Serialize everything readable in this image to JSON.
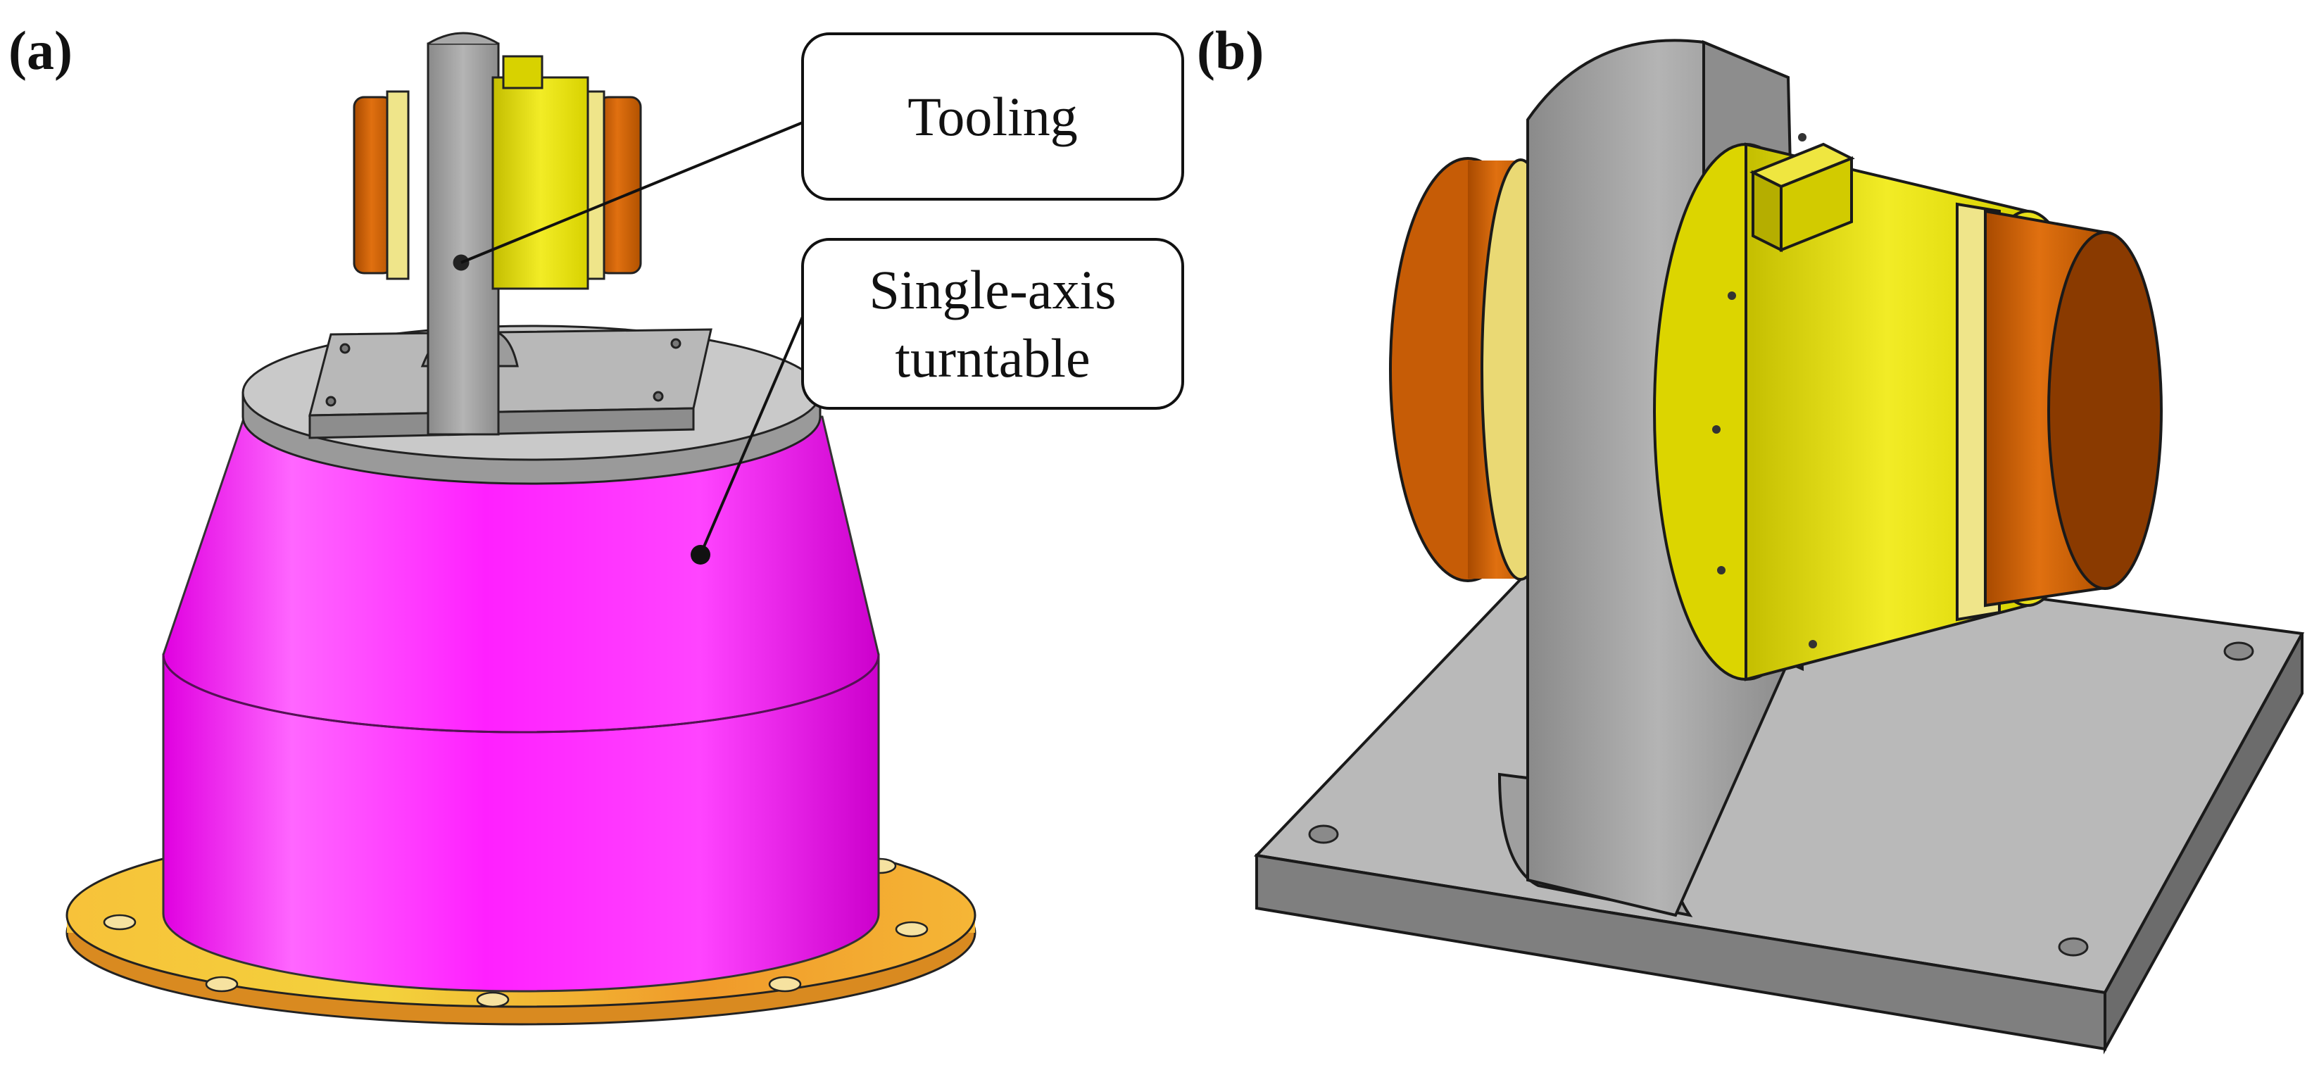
{
  "panels": [
    {
      "label": "(a)"
    },
    {
      "label": "(b)"
    }
  ],
  "callouts": {
    "tooling": {
      "lines": [
        "Tooling"
      ]
    },
    "turntable": {
      "lines": [
        "Single-axis",
        "turntable"
      ]
    }
  },
  "colors": {
    "orange_cylinder": "#d7650a",
    "yellow_body": "#e6e00e",
    "pale_ring": "#f0e68c",
    "gray_steel": "#9b9b9b",
    "magenta_turntable": "#ff22ff",
    "orange_flange": "#f2a02a",
    "outline": "#1a1a1a"
  }
}
